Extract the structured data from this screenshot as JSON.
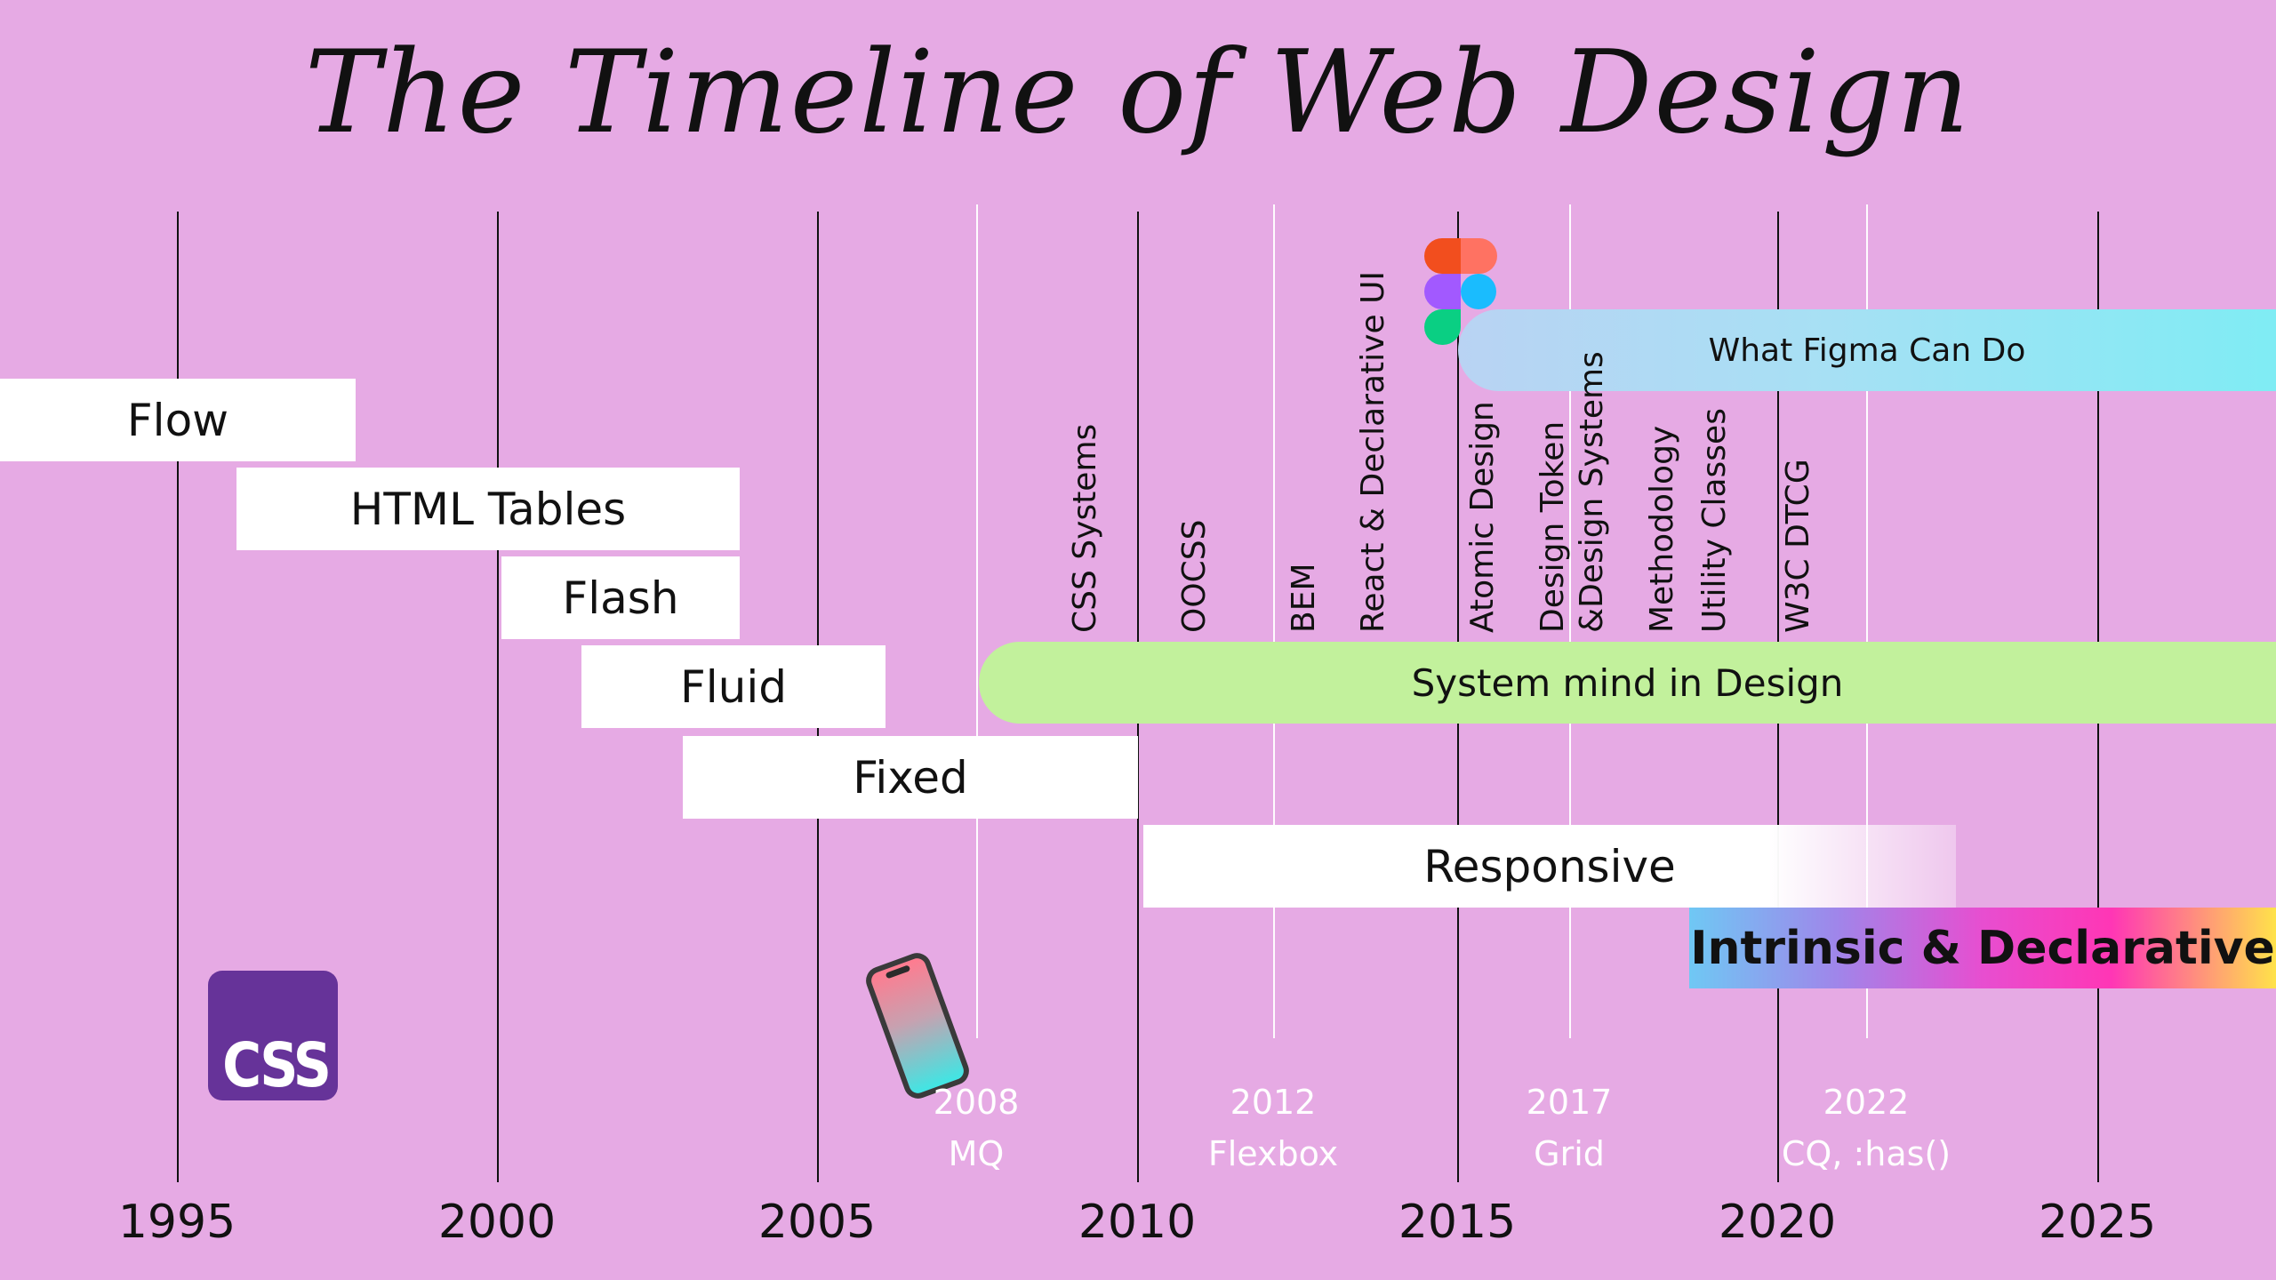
{
  "title": "The Timeline of Web Design",
  "years": [
    "1995",
    "2000",
    "2005",
    "2010",
    "2015",
    "2020",
    "2025"
  ],
  "milestones": [
    {
      "year": "2008",
      "label": "MQ"
    },
    {
      "year": "2012",
      "label": "Flexbox"
    },
    {
      "year": "2017",
      "label": "Grid"
    },
    {
      "year": "2022",
      "label": "CQ, :has()"
    }
  ],
  "bars": {
    "flow": "Flow",
    "html_tables": "HTML Tables",
    "flash": "Flash",
    "fluid": "Fluid",
    "fixed": "Fixed",
    "responsive": "Responsive",
    "intrinsic": "Intrinsic & Declarative"
  },
  "pills": {
    "figma": "What Figma Can Do",
    "system_mind": "System mind in Design"
  },
  "vertical_labels": {
    "css_systems": [
      "CSS Systems",
      "OOCSS",
      "BEM"
    ],
    "react": [
      "React & Declarative UI",
      "Atomic Design",
      "&Design Systems"
    ],
    "design_token": [
      "Design Token",
      "Methodology"
    ],
    "utility_classes": [
      "Utility Classes"
    ],
    "w3c_dtcg": [
      "W3C DTCG"
    ]
  },
  "logos": {
    "css": "CSS",
    "figma_icon": "figma-icon",
    "phone_icon": "phone-icon"
  },
  "colors": {
    "background": "#e6aae4",
    "figma_pill": "#7fecf4",
    "system_pill": "#c2f19c",
    "css_logo": "#663399"
  }
}
